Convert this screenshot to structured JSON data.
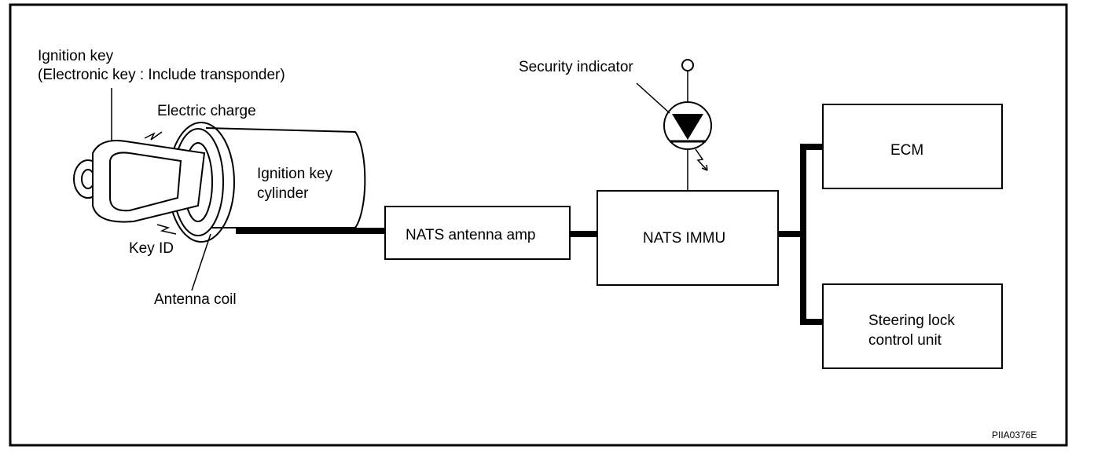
{
  "labels": {
    "ignition_key_line1": "Ignition key",
    "ignition_key_line2": "(Electronic key : Include transponder)",
    "electric_charge": "Electric charge",
    "ignition_cylinder_line1": "Ignition key",
    "ignition_cylinder_line2": "cylinder",
    "key_id": "Key ID",
    "antenna_coil": "Antenna coil",
    "security_indicator": "Security indicator",
    "nats_antenna_amp": "NATS antenna amp",
    "nats_immu": "NATS IMMU",
    "ecm": "ECM",
    "steering_line1": "Steering lock",
    "steering_line2": "control unit",
    "ref_code": "PIIA0376E"
  }
}
